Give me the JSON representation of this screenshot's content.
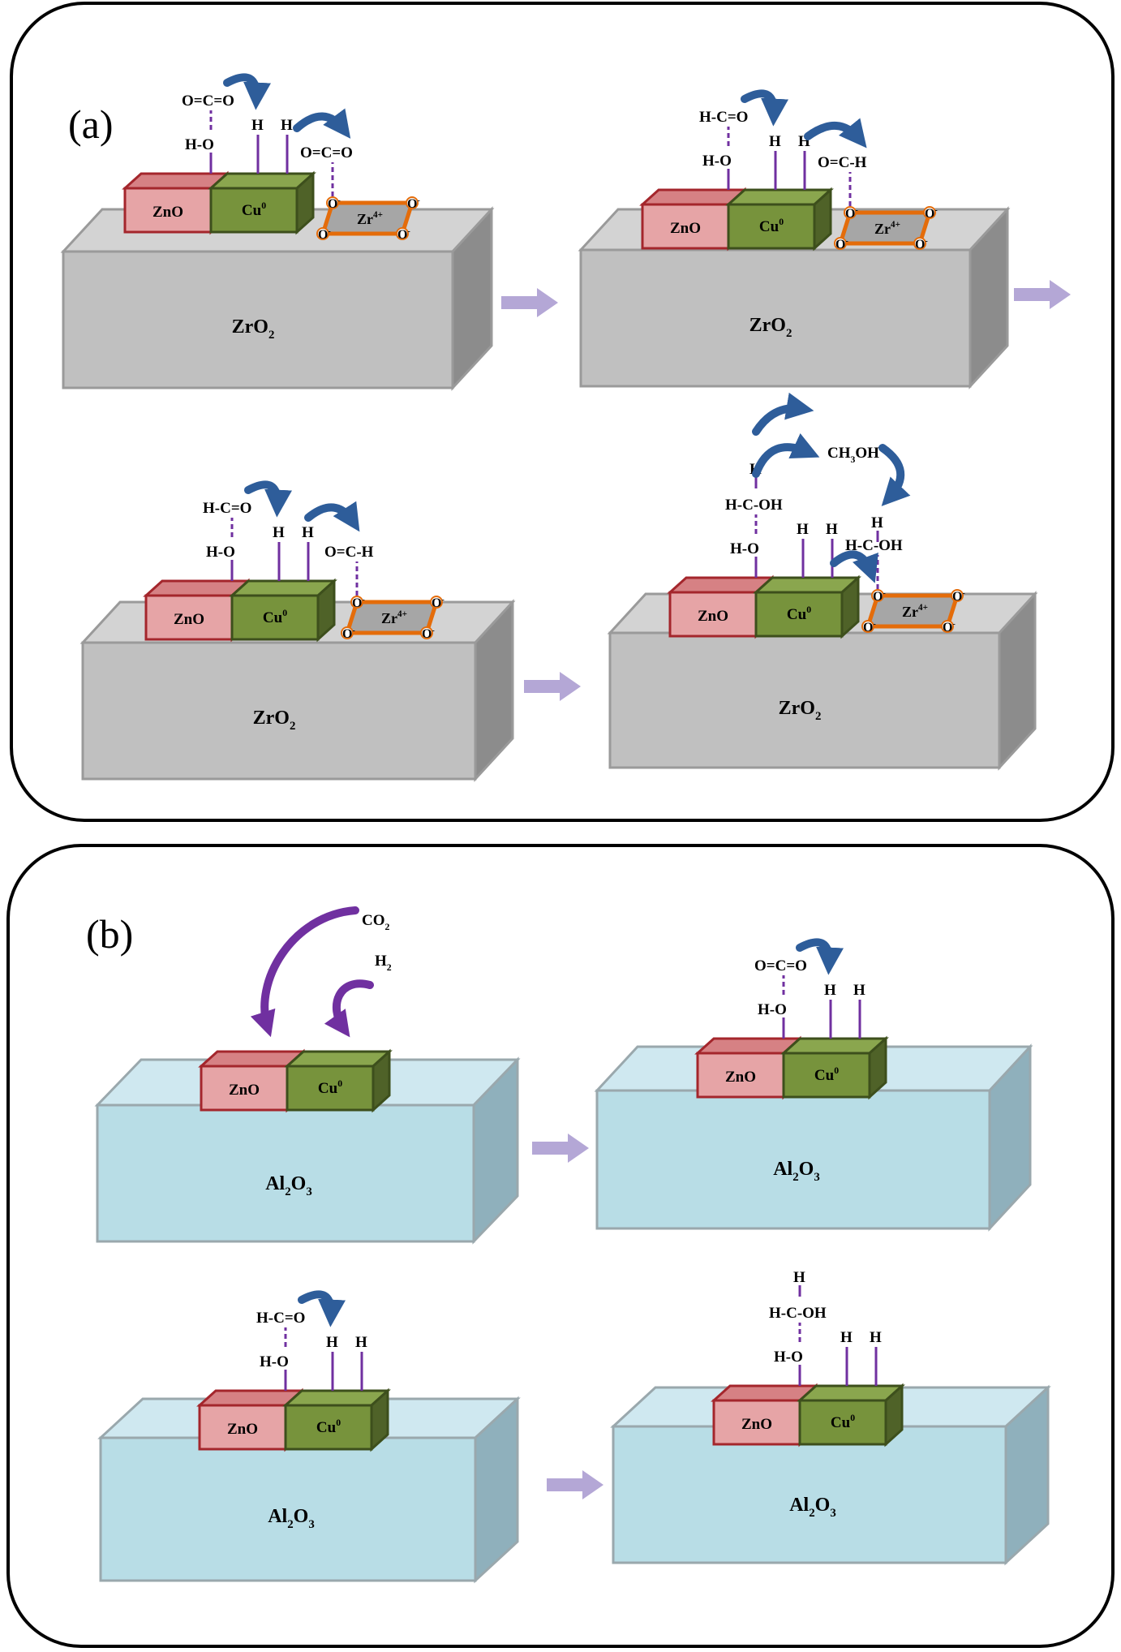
{
  "panels": [
    {
      "label": "(a)",
      "support": {
        "name": "ZrO",
        "sub": "2"
      },
      "steps": [
        {
          "adsorbates": [
            "O=C=O",
            "H-O",
            "H",
            "H",
            "O=C=O"
          ]
        },
        {
          "adsorbates": [
            "H-C=O",
            "H-O",
            "H",
            "H",
            "O=C-H"
          ]
        },
        {
          "adsorbates": [
            "H-C=O",
            "H-O",
            "H",
            "H",
            "O=C-H"
          ]
        },
        {
          "adsorbates": [
            "H",
            "H-C-OH",
            "H-O",
            "H",
            "H",
            "H",
            "H-C-OH"
          ],
          "product": {
            "pre": "CH",
            "sub": "3",
            "post": "OH"
          }
        }
      ]
    },
    {
      "label": "(b)",
      "support": {
        "name": "Al",
        "sub": "2",
        "name2": "O",
        "sub2": "3"
      },
      "steps": [
        {
          "reactants": [
            {
              "text": "CO",
              "sub": "2"
            },
            {
              "text": "H",
              "sub": "2"
            }
          ]
        },
        {
          "adsorbates": [
            "O=C=O",
            "H-O",
            "H",
            "H"
          ]
        },
        {
          "adsorbates": [
            "H-C=O",
            "H-O",
            "H",
            "H"
          ]
        },
        {
          "adsorbates": [
            "H",
            "H-C-OH",
            "H-O",
            "H",
            "H"
          ]
        }
      ]
    }
  ],
  "labels": {
    "zno": "ZnO",
    "cu": "Cu",
    "cu_sup": "0",
    "zr": "Zr",
    "zr_sup": "4+",
    "o_vertex": "O",
    "o_minus": "-"
  },
  "colors": {
    "zro2_top": "#d3d3d3",
    "zro2_front": "#c0c0c0",
    "zro2_side": "#8c8c8c",
    "zro2_stroke": "#9a9a9a",
    "al2o3_top": "#cfe8f0",
    "al2o3_front": "#b8dde6",
    "al2o3_side": "#8fb0bc",
    "al2o3_stroke": "#9aa8ad",
    "zno_front": "#e6a4a6",
    "zno_top": "#d68184",
    "zno_stroke": "#a4262c",
    "cu_front": "#77933c",
    "cu_top": "#8aa64e",
    "cu_side": "#4f6228",
    "cu_stroke": "#3d4f1c",
    "zr_fill": "#a6a6a6",
    "zr_stroke": "#e46c0a",
    "bond_line": "#7030a0",
    "step_arrow": "#b4a7d6",
    "curved_arrow": "#2e5d9a",
    "reactant_arrow": "#7030a0"
  }
}
